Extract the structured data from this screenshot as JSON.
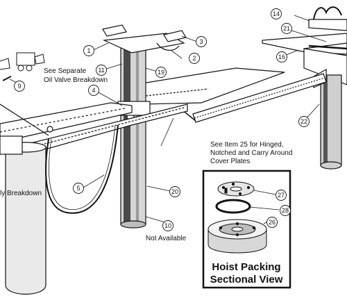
{
  "notes": {
    "oil_valve_line1": "See Separate",
    "oil_valve_line2": "Oil Valve Breakdown",
    "item25_line1": "See Item 25 for Hinged,",
    "item25_line2": "Notched and Carry Around",
    "item25_line3": "Cover Plates",
    "assembly_partial": "ly Breakdown",
    "not_available": "Not Available"
  },
  "inset": {
    "title_line1": "Hoist Packing",
    "title_line2": "Sectional View"
  },
  "callouts": {
    "c1": "1",
    "c2": "2",
    "c3": "3",
    "c4": "4",
    "c5": "5",
    "c9": "9",
    "c10": "10",
    "c11": "11",
    "c14": "14",
    "c16": "16",
    "c19": "19",
    "c20": "20",
    "c21": "21",
    "c22": "22",
    "c26": "26",
    "c27": "27",
    "c28": "28"
  }
}
